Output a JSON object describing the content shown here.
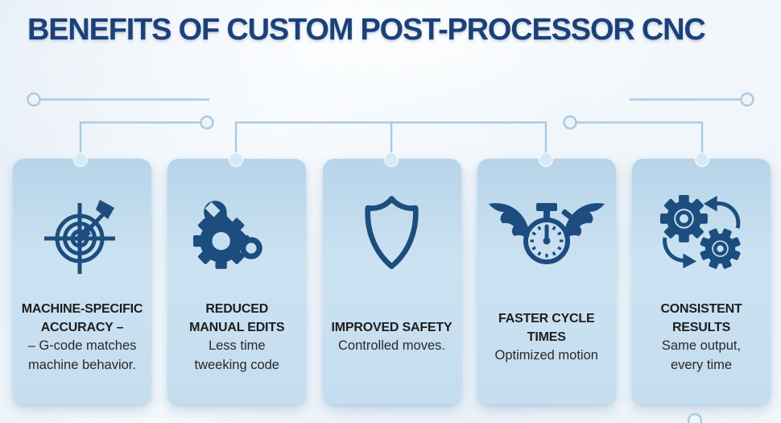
{
  "title": "BENEFITS OF CUSTOM POST-PROCESSOR CNC",
  "theme": {
    "colors": {
      "title-navy": "#1c4179",
      "icon-navy": "#1d4d7f",
      "card-bg": "#c4ddef",
      "card-bg-top": "#b7d4e9",
      "card-cut": "#c6dff0",
      "connector": "#a9cbe3",
      "card-circle": "#d7e9f6",
      "text-heading": "#1d1d1d",
      "text-body": "#2a2a2a",
      "bg": "#eef4f9"
    }
  },
  "cards": [
    {
      "icon": "target-arrow-icon",
      "title": "MACHINE-SPECIFIC\nACCURACY –",
      "body": "– G-code matches\nmachine behavior."
    },
    {
      "icon": "gear-wrench-icon",
      "title": "REDUCED\nMANUAL EDITS",
      "body": "Less time\ntweeking code"
    },
    {
      "icon": "shield-icon",
      "title": "IMPROVED SAFETY",
      "body": "Controlled moves."
    },
    {
      "icon": "winged-stopwatch-icon",
      "title": "FASTER CYCLE\nTIMES",
      "body": "Optimized motion"
    },
    {
      "icon": "gears-sync-icon",
      "title": "CONSISTENT\nRESULTS",
      "body": "Same output,\nevery time"
    }
  ]
}
